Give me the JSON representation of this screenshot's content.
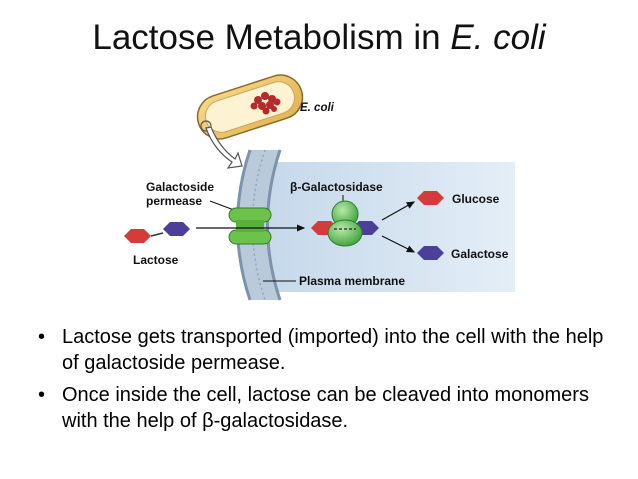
{
  "title": {
    "main": "Lactose Metabolism in ",
    "italic": "E. coli"
  },
  "diagram": {
    "labels": {
      "ecoli": "E. coli",
      "permease_line1": "Galactoside",
      "permease_line2": "permease",
      "beta_gal": "β-Galactosidase",
      "glucose": "Glucose",
      "galactose": "Galactose",
      "lactose": "Lactose",
      "plasma_membrane": "Plasma membrane"
    },
    "colors": {
      "glucose": "#d43b3b",
      "galactose": "#4b3f99",
      "enzyme": "#4db848",
      "membrane": "#9fb4c8",
      "cell_interior": "#dce9f5"
    }
  },
  "bullets": [
    {
      "marker": "•",
      "text": "Lactose gets transported (imported) into the cell with the help of galactoside permease."
    },
    {
      "marker": "•",
      "text": "Once inside the cell, lactose can be cleaved into monomers with the help of β-galactosidase."
    }
  ]
}
